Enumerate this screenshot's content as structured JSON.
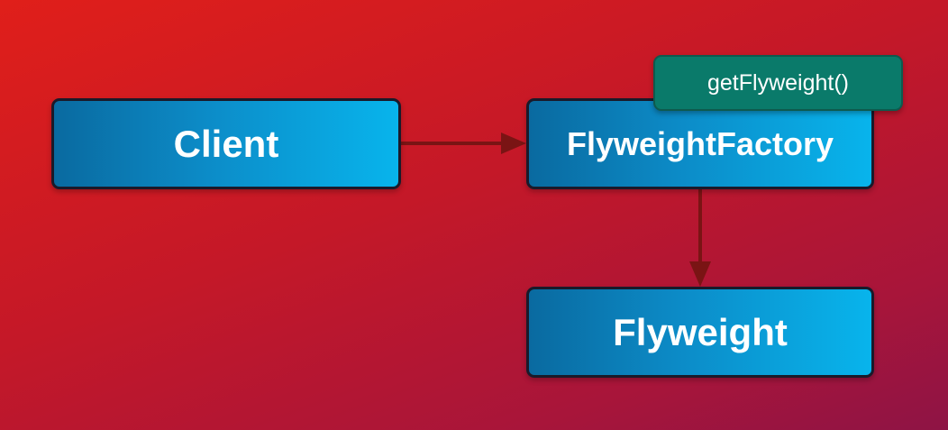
{
  "diagram": {
    "nodes": {
      "client": "Client",
      "factory": "FlyweightFactory",
      "flyweight": "Flyweight"
    },
    "method_tag": "getFlyweight()",
    "edges": [
      {
        "from": "Client",
        "to": "FlyweightFactory"
      },
      {
        "from": "FlyweightFactory",
        "to": "Flyweight"
      }
    ]
  },
  "colors": {
    "background_start": "#e01f1a",
    "background_end": "#8e1445",
    "box_fill_left": "#0a6aa0",
    "box_fill_right": "#08b4ec",
    "tag_fill": "#0a7a6a",
    "arrow": "#7a1414"
  }
}
